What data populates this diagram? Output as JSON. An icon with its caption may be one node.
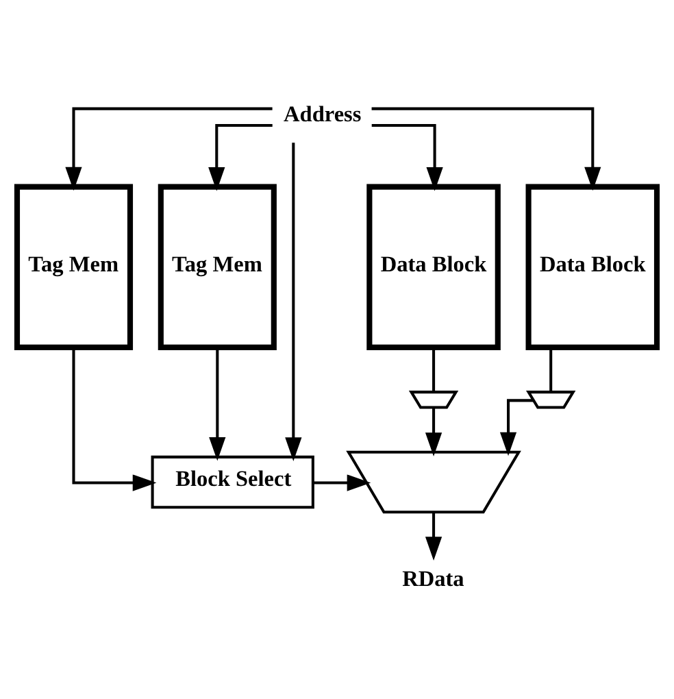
{
  "diagram": {
    "nodes": [
      {
        "text": [
          "Address"
        ]
      },
      {
        "text": [
          "Tag Mem"
        ]
      },
      {
        "text": [
          "Data Block"
        ]
      },
      {
        "text": [
          "Tag Mem"
        ]
      },
      {
        "text": [
          "Data Block"
        ]
      },
      {
        "text": [],
        "shape": "trapezoid"
      },
      {
        "text": [],
        "shape": "trapezoid"
      },
      {
        "text": [
          "Block Select"
        ]
      },
      {
        "text": [],
        "shape": "trapezoid"
      },
      {
        "text": [
          "RData"
        ]
      }
    ],
    "edges": [
      {
        "from": 0,
        "to": 1,
        "arrow": "to"
      },
      {
        "from": 0,
        "to": 2,
        "arrow": "to"
      },
      {
        "from": 0,
        "to": 3,
        "arrow": "to"
      },
      {
        "from": 0,
        "to": 4,
        "arrow": "to"
      },
      {
        "from": 0,
        "to": 7,
        "arrow": "to"
      },
      {
        "from": 2,
        "to": 5,
        "arrow": "none"
      },
      {
        "from": 4,
        "to": 6,
        "arrow": "none"
      },
      {
        "from": 1,
        "to": 7,
        "arrow": "to"
      },
      {
        "from": 3,
        "to": 7,
        "arrow": "to"
      },
      {
        "from": 5,
        "to": 8,
        "arrow": "to"
      },
      {
        "from": 6,
        "to": 8,
        "arrow": "to"
      },
      {
        "from": 7,
        "to": 8,
        "arrow": "to"
      },
      {
        "from": 8,
        "to": 9,
        "arrow": "to"
      }
    ]
  }
}
